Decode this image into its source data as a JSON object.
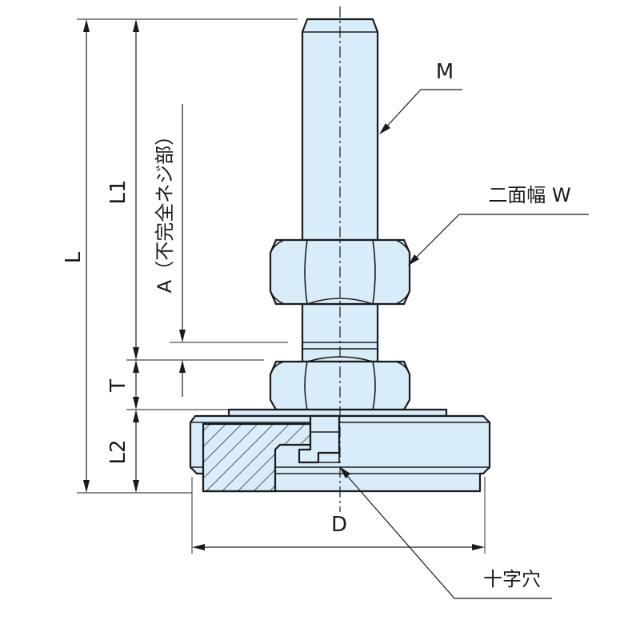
{
  "drawing": {
    "labels": {
      "L": "L",
      "L1": "L1",
      "L2": "L2",
      "A": "A（不完全ネジ部）",
      "T": "T",
      "M": "M",
      "W": "二面幅 W",
      "D": "D",
      "cross": "十字穴"
    }
  }
}
